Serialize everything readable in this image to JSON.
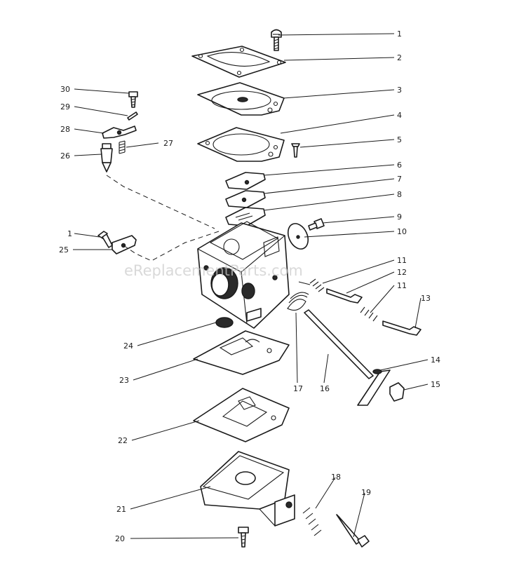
{
  "watermark": "eReplacementParts.com",
  "callouts": [
    "1",
    "2",
    "3",
    "4",
    "5",
    "6",
    "7",
    "8",
    "9",
    "10",
    "11",
    "12",
    "11",
    "13",
    "14",
    "15",
    "16",
    "17",
    "18",
    "19",
    "20",
    "21",
    "22",
    "23",
    "24",
    "25",
    "1",
    "26",
    "27",
    "28",
    "29",
    "30"
  ]
}
